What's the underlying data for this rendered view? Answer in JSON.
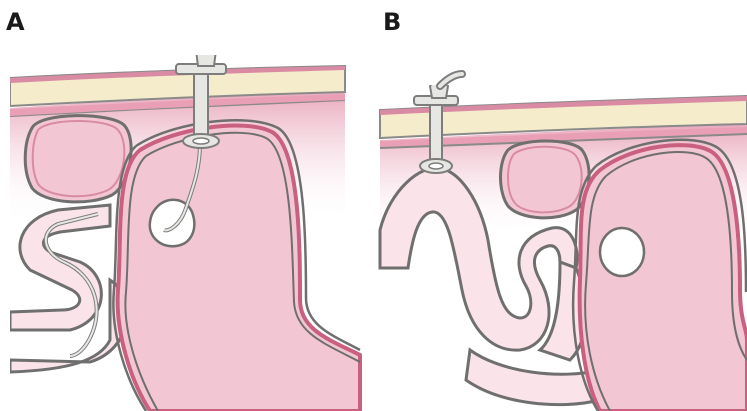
{
  "panels": [
    {
      "id": "A",
      "label": "A"
    },
    {
      "id": "B",
      "label": "B"
    }
  ],
  "colors": {
    "skin": "#f5eccb",
    "skin_line": "#8a8a8a",
    "wall": "#e7a2b8",
    "wall_dark": "#c9607f",
    "stomach": "#f2c6d2",
    "bowel_light": "#fbe3ea",
    "outline": "#6f6f6f",
    "tube": "#e6e6e2",
    "tube_line": "#7d7d7d",
    "background": "#ffffff"
  }
}
